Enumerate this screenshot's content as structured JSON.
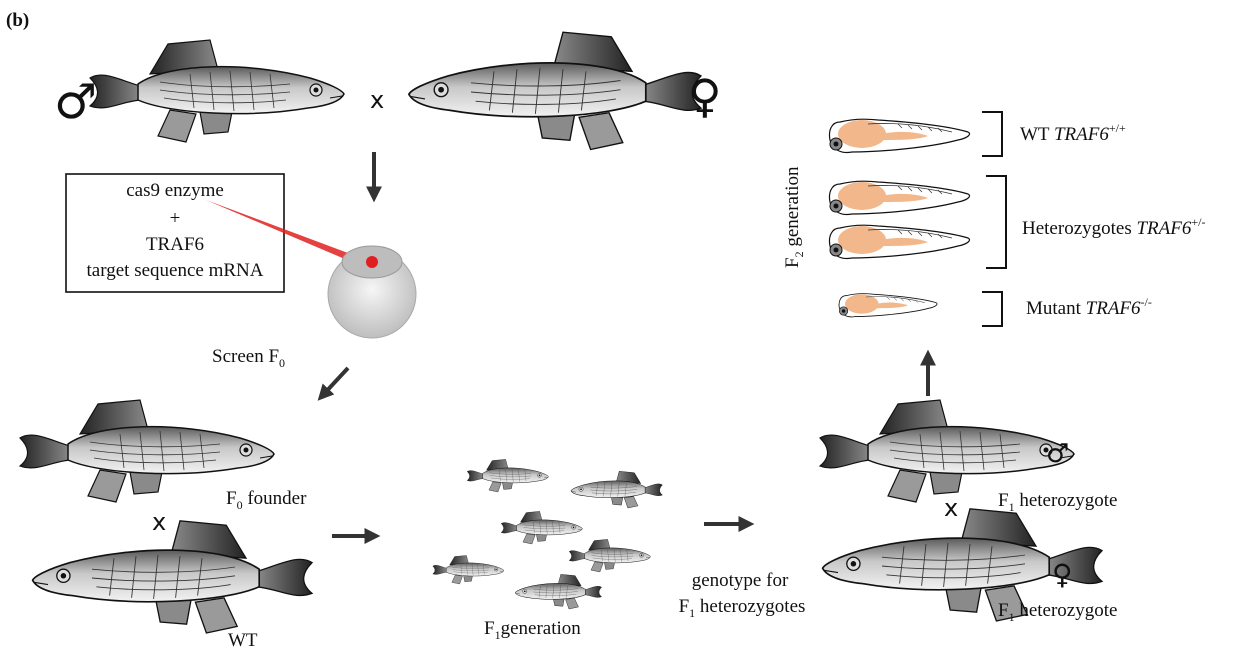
{
  "panel_label": "(b)",
  "top_cross": {
    "male_symbol": "♂",
    "cross_symbol": "x",
    "female_symbol": "♀"
  },
  "injection": {
    "line1": "cas9 enzyme",
    "line2": "+",
    "line3": "TRAF6",
    "line4": "target sequence mRNA"
  },
  "screen": {
    "text": "Screen F",
    "sub": "0"
  },
  "founder_cross": {
    "founder_prefix": "F",
    "founder_sub": "0",
    "founder_text": " founder",
    "cross_symbol": "x",
    "wt_label": "WT"
  },
  "f1_generation": {
    "prefix": "F",
    "sub": "1",
    "text": "generation"
  },
  "genotype": {
    "line1": "genotype for",
    "line2_prefix": "F",
    "line2_sub": "1",
    "line2_text": " heterozygotes"
  },
  "f1_cross": {
    "male_symbol": "♂",
    "female_symbol": "♀",
    "cross_symbol": "x",
    "het_prefix": "F",
    "het_sub": "1",
    "het_text": " heterozygote"
  },
  "f2": {
    "axis_prefix": "F",
    "axis_sub": "2",
    "axis_text": " generation",
    "wt_prefix": "WT  ",
    "wt_gene": "TRAF6",
    "wt_sup": "+/+",
    "het_prefix": "Heterozygotes  ",
    "het_gene": "TRAF6",
    "het_sup": "+/-",
    "mut_prefix": "Mutant ",
    "mut_gene": "TRAF6",
    "mut_sup": "-/-"
  },
  "colors": {
    "yolk": "#f2b88c",
    "injection_red": "#e02020",
    "egg_gray": "#cfcfcf"
  }
}
